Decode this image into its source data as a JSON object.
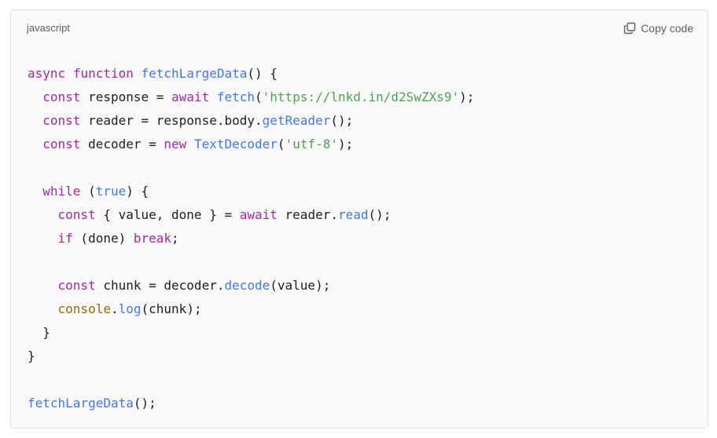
{
  "header": {
    "language": "javascript",
    "copy_label": "Copy code",
    "copy_icon": "copy-icon"
  },
  "code": {
    "lines": [
      [
        {
          "t": "kw",
          "v": "async"
        },
        {
          "t": "pl",
          "v": " "
        },
        {
          "t": "kw",
          "v": "function"
        },
        {
          "t": "pl",
          "v": " "
        },
        {
          "t": "fn",
          "v": "fetchLargeData"
        },
        {
          "t": "pl",
          "v": "() {"
        }
      ],
      [
        {
          "t": "pl",
          "v": "  "
        },
        {
          "t": "kw",
          "v": "const"
        },
        {
          "t": "pl",
          "v": " response = "
        },
        {
          "t": "kw",
          "v": "await"
        },
        {
          "t": "pl",
          "v": " "
        },
        {
          "t": "fn",
          "v": "fetch"
        },
        {
          "t": "pl",
          "v": "("
        },
        {
          "t": "str",
          "v": "'https://lnkd.in/d2SwZXs9'"
        },
        {
          "t": "pl",
          "v": ");"
        }
      ],
      [
        {
          "t": "pl",
          "v": "  "
        },
        {
          "t": "kw",
          "v": "const"
        },
        {
          "t": "pl",
          "v": " reader = response.body."
        },
        {
          "t": "fn",
          "v": "getReader"
        },
        {
          "t": "pl",
          "v": "();"
        }
      ],
      [
        {
          "t": "pl",
          "v": "  "
        },
        {
          "t": "kw",
          "v": "const"
        },
        {
          "t": "pl",
          "v": " decoder = "
        },
        {
          "t": "kw",
          "v": "new"
        },
        {
          "t": "pl",
          "v": " "
        },
        {
          "t": "fn",
          "v": "TextDecoder"
        },
        {
          "t": "pl",
          "v": "("
        },
        {
          "t": "str",
          "v": "'utf-8'"
        },
        {
          "t": "pl",
          "v": ");"
        }
      ],
      [],
      [
        {
          "t": "pl",
          "v": "  "
        },
        {
          "t": "kw",
          "v": "while"
        },
        {
          "t": "pl",
          "v": " ("
        },
        {
          "t": "fn",
          "v": "true"
        },
        {
          "t": "pl",
          "v": ") {"
        }
      ],
      [
        {
          "t": "pl",
          "v": "    "
        },
        {
          "t": "kw",
          "v": "const"
        },
        {
          "t": "pl",
          "v": " { value, done } = "
        },
        {
          "t": "kw",
          "v": "await"
        },
        {
          "t": "pl",
          "v": " reader."
        },
        {
          "t": "fn",
          "v": "read"
        },
        {
          "t": "pl",
          "v": "();"
        }
      ],
      [
        {
          "t": "pl",
          "v": "    "
        },
        {
          "t": "kw",
          "v": "if"
        },
        {
          "t": "pl",
          "v": " (done) "
        },
        {
          "t": "kw",
          "v": "break"
        },
        {
          "t": "pl",
          "v": ";"
        }
      ],
      [],
      [
        {
          "t": "pl",
          "v": "    "
        },
        {
          "t": "kw",
          "v": "const"
        },
        {
          "t": "pl",
          "v": " chunk = decoder."
        },
        {
          "t": "fn",
          "v": "decode"
        },
        {
          "t": "pl",
          "v": "(value);"
        }
      ],
      [
        {
          "t": "pl",
          "v": "    "
        },
        {
          "t": "bi",
          "v": "console"
        },
        {
          "t": "pl",
          "v": "."
        },
        {
          "t": "fn",
          "v": "log"
        },
        {
          "t": "pl",
          "v": "(chunk);"
        }
      ],
      [
        {
          "t": "pl",
          "v": "  }"
        }
      ],
      [
        {
          "t": "pl",
          "v": "}"
        }
      ],
      [],
      [
        {
          "t": "fn",
          "v": "fetchLargeData"
        },
        {
          "t": "pl",
          "v": "();"
        }
      ]
    ]
  },
  "colors": {
    "keyword": "#a626a4",
    "function": "#4078f2",
    "string": "#50a14f",
    "builtin": "#986801",
    "background": "#f9f9f9"
  }
}
